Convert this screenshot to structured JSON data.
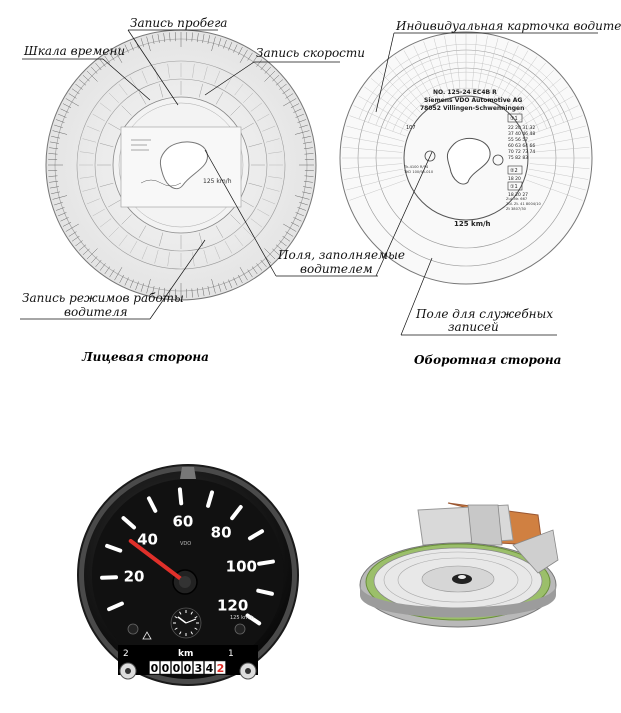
{
  "top_figure": {
    "front_labels": {
      "time_scale": "Шкала времени",
      "mileage_record": "Запись пробега",
      "speed_record": "Запись скорости",
      "driver_fields": [
        "Поля, заполняемые",
        "водителем"
      ],
      "work_modes": [
        "Запись режимов работы",
        "водителя"
      ]
    },
    "back_labels": {
      "driver_card": "Индивидуальная карточка водителя",
      "service_field": [
        "Поле для служебных",
        "записей"
      ]
    },
    "captions": {
      "front": "Лицевая сторона",
      "back": "Оборотная сторона"
    },
    "disc_back_text": {
      "line1": "NO. 125-24  EC4B R",
      "line2": "Siemens VDO Automotive AG",
      "line3": "78052 Villingen-Schwenningen",
      "speed": "125 km/h",
      "box_labels": [
        "①1",
        "②2",
        "①1"
      ],
      "side_numbers": [
        "22 20 31 32",
        "37 40 46 48",
        "55 56 57",
        "60 63 64 66",
        "70 72 73 74",
        "75 82 83",
        "18 20",
        "18 20 27"
      ],
      "approval_left": [
        "Tk-4100 R/94",
        "TKO 100/95-010"
      ],
      "approval_right": [
        "Zul.-Nr. 667",
        "Zul. Zt. 41 8004/10",
        "Zt 3807/30"
      ],
      "small_mark": "107"
    },
    "disc_front_text": {
      "speed": "125 km/h"
    }
  },
  "bottom_figure": {
    "speedometer": {
      "ticks": [
        "20",
        "40",
        "60",
        "80",
        "100",
        "120"
      ],
      "brand": "VDO",
      "unit_label": "125 km/h",
      "km_label": "km",
      "odometer_digits": [
        "0",
        "0",
        "0",
        "0",
        "3",
        "4",
        "2"
      ],
      "mode_left": "2",
      "mode_right": "1",
      "needle_value": 38,
      "colors": {
        "needle": "#e0302a",
        "face": "#111111",
        "odometer_last": "#e0302a"
      }
    }
  }
}
